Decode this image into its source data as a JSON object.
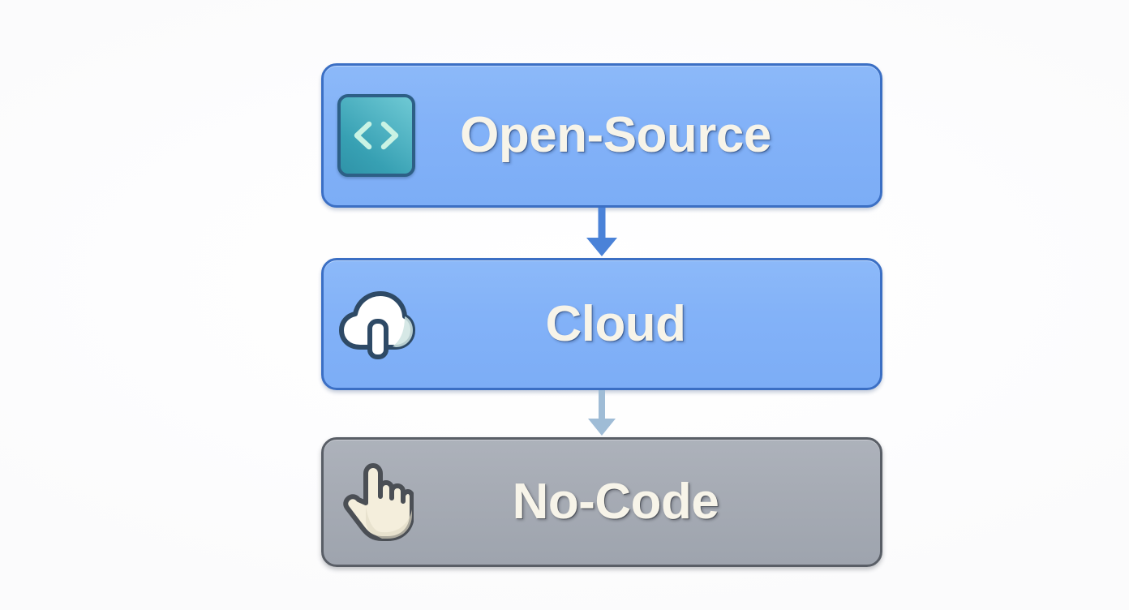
{
  "diagram": {
    "title": "Open-Source to Cloud to No-Code flow",
    "orientation": "vertical-top-to-bottom",
    "background_color": "#ffffff",
    "nodes": [
      {
        "id": "open-source",
        "label": "Open-Source",
        "icon": "code-brackets-icon",
        "fill_color": "#83b2f8",
        "border_color": "#3b6fc4",
        "text_color": "#f7f4e9",
        "state": "active"
      },
      {
        "id": "cloud",
        "label": "Cloud",
        "icon": "cloud-upload-icon",
        "fill_color": "#83b2f8",
        "border_color": "#3b6fc4",
        "text_color": "#f7f4e9",
        "state": "active"
      },
      {
        "id": "no-code",
        "label": "No-Code",
        "icon": "pointing-hand-cursor-icon",
        "fill_color": "#a6abb4",
        "border_color": "#595e66",
        "text_color": "#f7f4e9",
        "state": "inactive"
      }
    ],
    "connectors": [
      {
        "id": "arrow-open-source-to-cloud",
        "from": "open-source",
        "to": "cloud",
        "direction": "down",
        "color": "#4a82d8"
      },
      {
        "id": "arrow-cloud-to-no-code",
        "from": "cloud",
        "to": "no-code",
        "direction": "down",
        "color": "#9fbcd6"
      }
    ],
    "icon_colors": {
      "code_icon_fill": "#3fa5b7",
      "code_icon_border": "#2d5f86",
      "code_icon_glyph": "#c9f3e4",
      "cloud_icon_fill": "#ffffff",
      "cloud_icon_border": "#2e4a66",
      "hand_icon_fill": "#f4eedc",
      "hand_icon_border": "#4b4f55"
    }
  }
}
